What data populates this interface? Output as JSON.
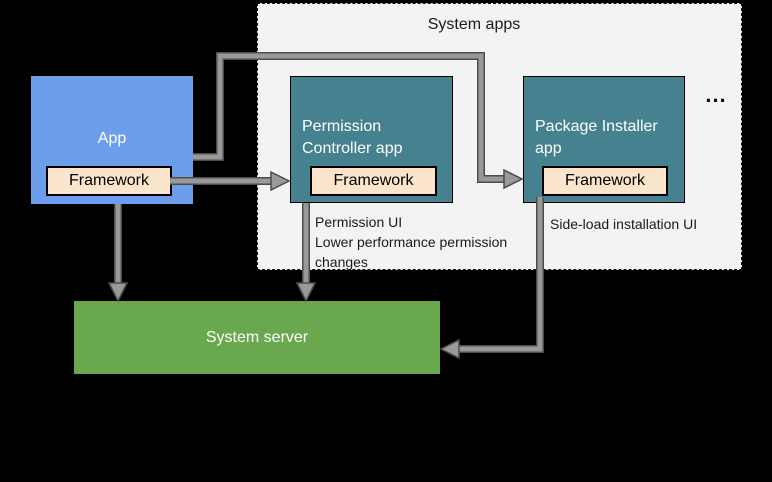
{
  "diagram": {
    "title": "System apps",
    "ellipsis": "...",
    "nodes": {
      "app": {
        "label": "App",
        "framework_label": "Framework"
      },
      "permission_controller": {
        "label": "Permission Controller app",
        "framework_label": "Framework",
        "note_line1": "Permission UI",
        "note_line2": "Lower performance permission changes"
      },
      "package_installer": {
        "label": "Package Installer app",
        "framework_label": "Framework",
        "note": "Side-load installation UI"
      },
      "system_server": {
        "label": "System server"
      }
    },
    "edges": [
      "App -> Package Installer app Framework",
      "App Framework -> Permission Controller app Framework",
      "App -> System server",
      "Permission Controller app -> System server",
      "Package Installer app Framework -> System server"
    ],
    "colors": {
      "canvas_background": "#000000",
      "system_apps_background": "#f3f3f3",
      "system_apps_border": "#111111",
      "app_blue": "#6d9eeb",
      "system_app_teal": "#45818e",
      "framework_cream": "#fce5cd",
      "server_green": "#6aa84f",
      "arrow_fill": "#999999",
      "arrow_outline": "#4d4d4d",
      "text_dark": "#1a1a1a",
      "text_light": "#ffffff"
    }
  }
}
